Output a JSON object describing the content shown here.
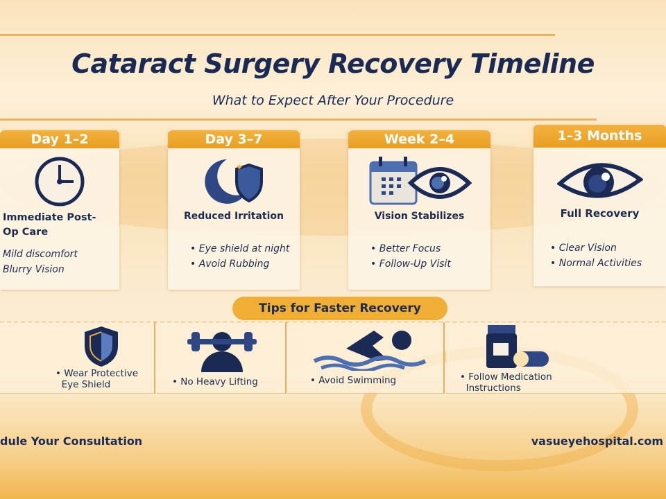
{
  "title": "Cataract Surgery Recovery Timeline",
  "subtitle": "What to Expect After Your Procedure",
  "stages": [
    {
      "label": "Day 1–2",
      "icon": "clock-icon",
      "heading_line1": "Immediate Post-",
      "heading_line2": "Op Care",
      "items": [
        "Mild discomfort",
        "Blurry Vision"
      ]
    },
    {
      "label": "Day 3–7",
      "icon": "moon-shield-icon",
      "heading": "Reduced Irritation",
      "items": [
        "Eye shield at night",
        "Avoid Rubbing"
      ]
    },
    {
      "label": "Week 2–4",
      "icon": "calendar-eye-icon",
      "heading": "Vision Stabilizes",
      "items": [
        "Better Focus",
        "Follow-Up Visit"
      ]
    },
    {
      "label": "1–3 Months",
      "icon": "eye-icon",
      "heading": "Full Recovery",
      "items": [
        "Clear Vision",
        "Normal Activities"
      ]
    }
  ],
  "tips_title": "Tips for Faster Recovery",
  "tips": [
    {
      "icon": "shield-icon",
      "line1": "Wear Protective",
      "line2": "Eye Shield"
    },
    {
      "icon": "dumbbell-icon",
      "line1": "No Heavy Lifting"
    },
    {
      "icon": "swimming-icon",
      "line1": "Avoid Swimming"
    },
    {
      "icon": "medication-icon",
      "line1": "Follow Medication",
      "line2": "Instructions"
    }
  ],
  "footer": {
    "cta": "dule Your Consultation",
    "website": "vasueyehospital.com"
  },
  "colors": {
    "navy": "#1b2a55",
    "accent": "#f0ae34"
  }
}
